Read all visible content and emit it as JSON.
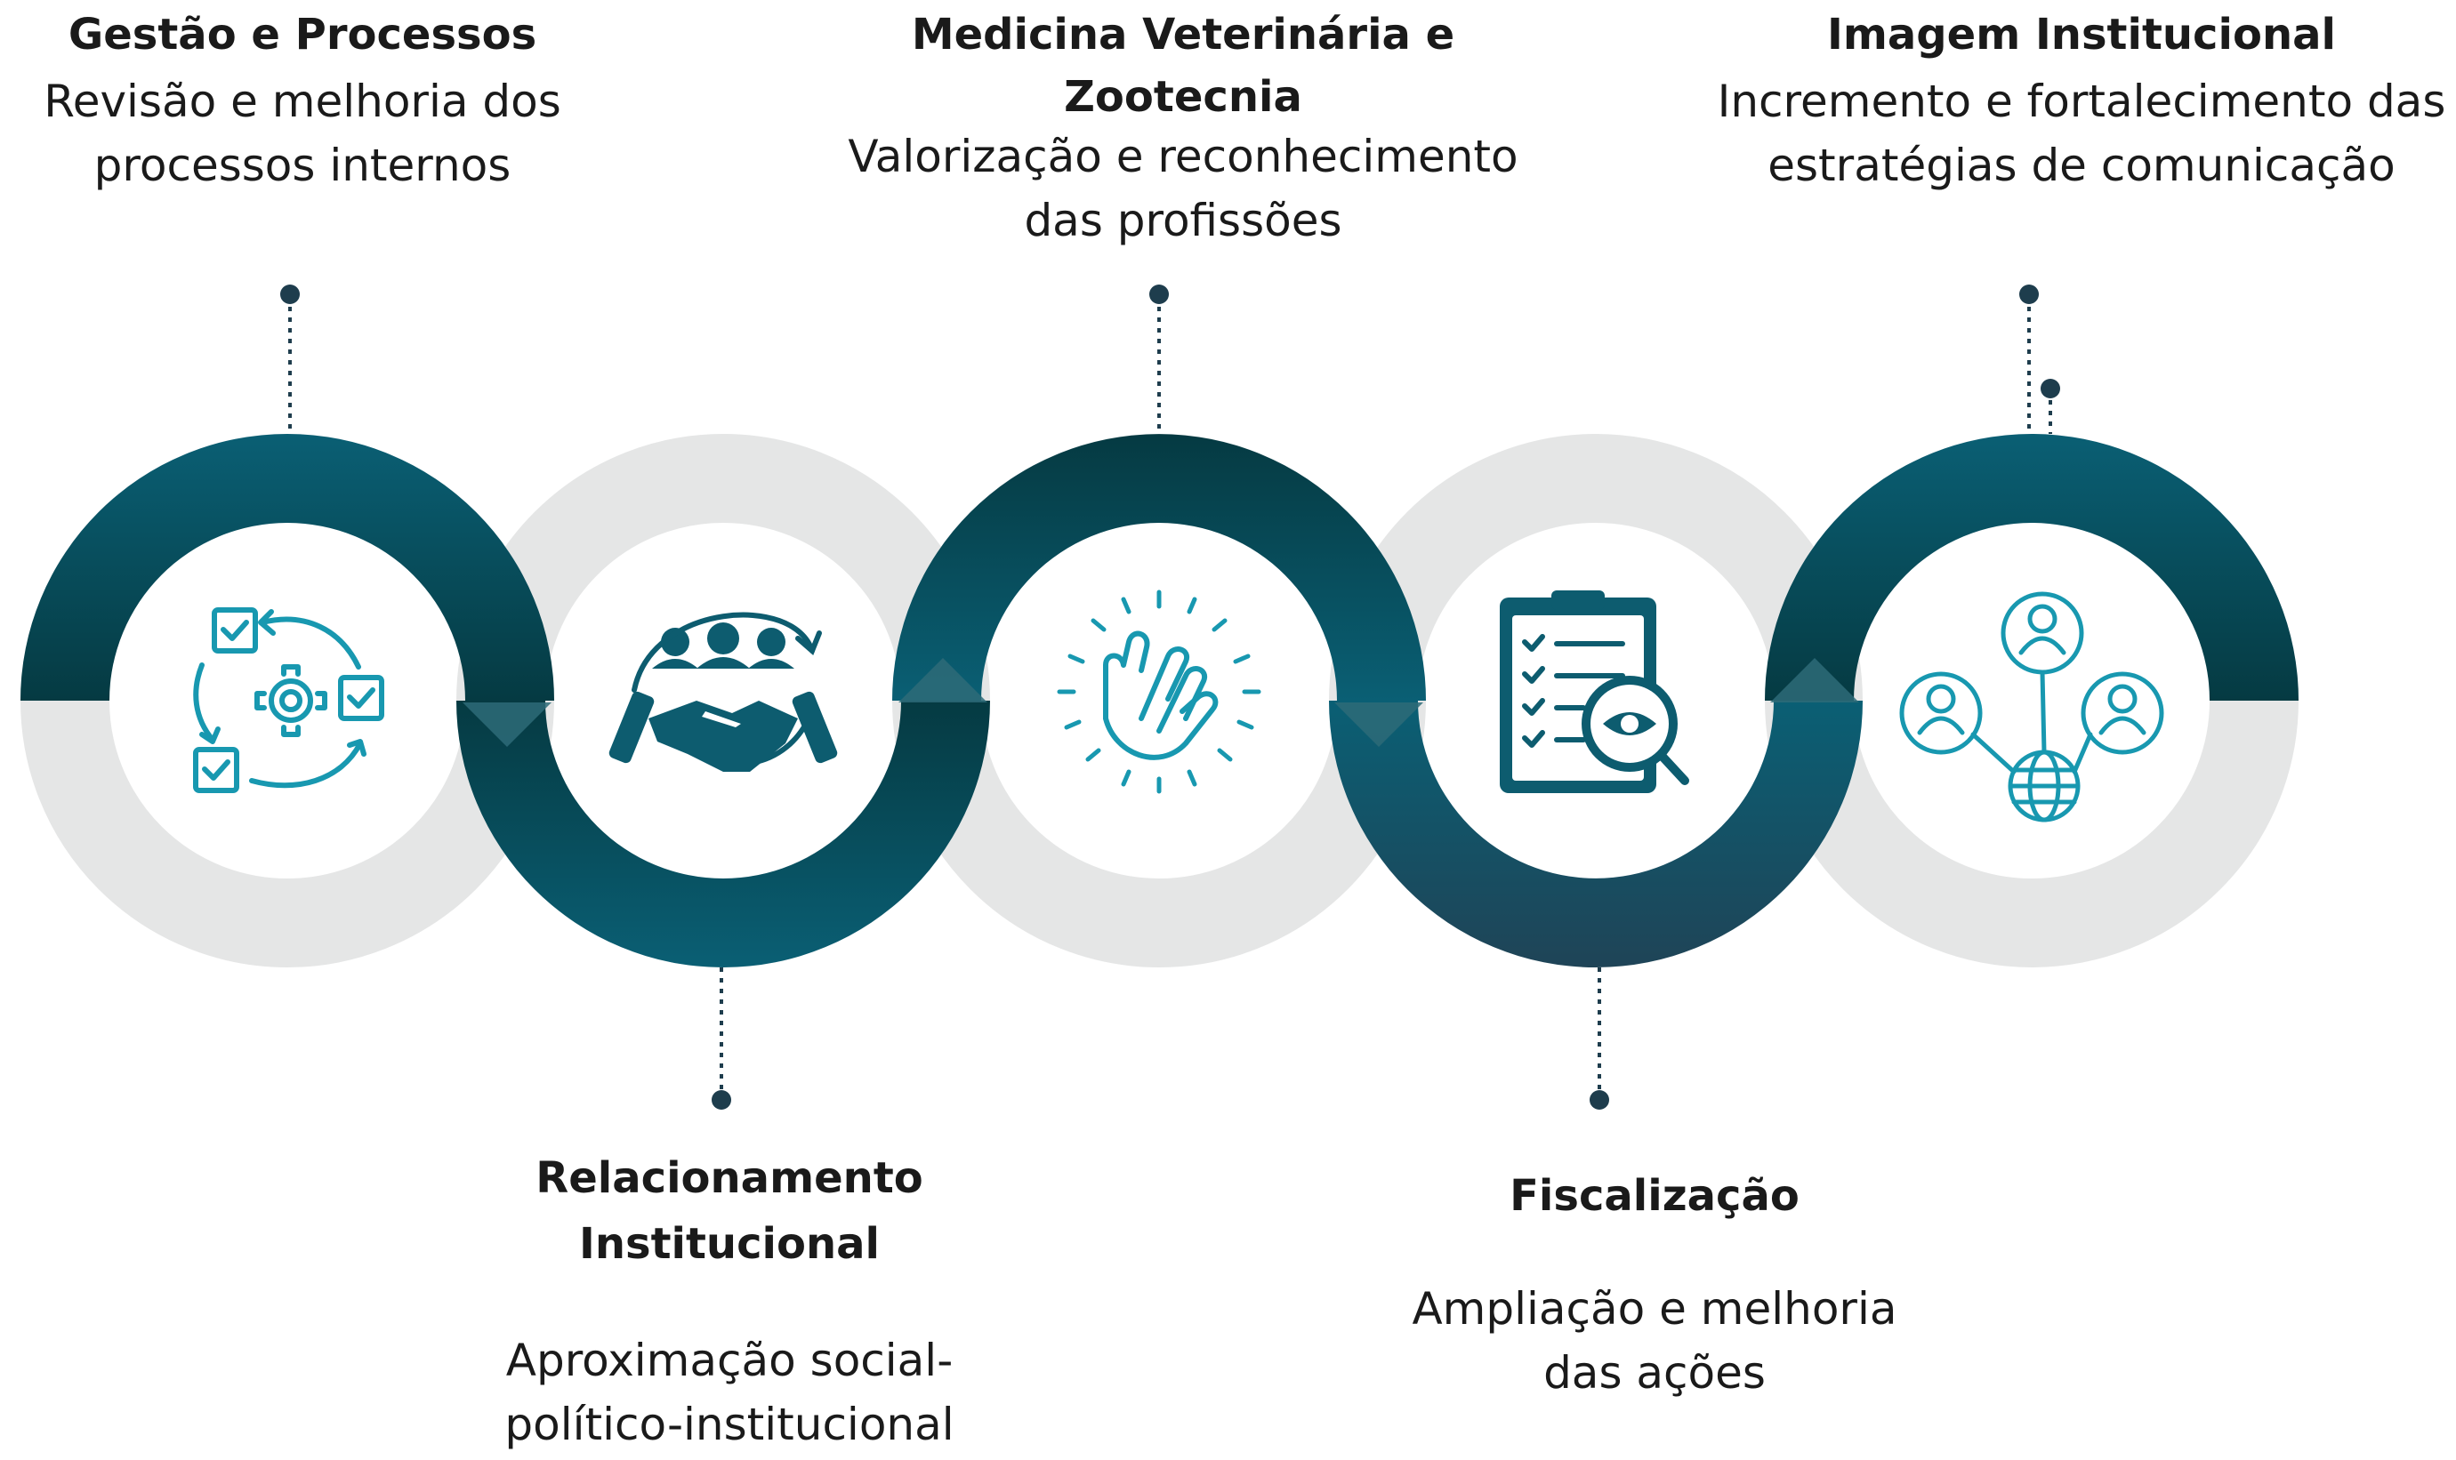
{
  "colors": {
    "teal_light": "#0a5f74",
    "teal_dark": "#053a42",
    "grey_ring": "#e5e6e6",
    "icon": "#1898b0",
    "connector": "#1e3d4d"
  },
  "steps": [
    {
      "icon": "process-cycle-icon",
      "title": "Gestão e Processos",
      "description": [
        "Revisão e melhoria dos",
        "processos internos"
      ]
    },
    {
      "icon": "handshake-team-icon",
      "title": [
        "Relacionamento",
        "Institucional"
      ],
      "description": [
        "Aproximação social-",
        "político-institucional"
      ]
    },
    {
      "icon": "clapping-hands-icon",
      "title": [
        "Medicina Veterinária e",
        "Zootecnia"
      ],
      "description": [
        "Valorização e reconhecimento",
        "das profissões"
      ]
    },
    {
      "icon": "clipboard-inspection-icon",
      "title": "Fiscalização",
      "description": [
        "Ampliação e melhoria",
        "das ações"
      ]
    },
    {
      "icon": "network-people-icon",
      "title": "Imagem Institucional",
      "description": [
        "Incremento e fortalecimento das",
        "estratégias de comunicação"
      ]
    }
  ]
}
